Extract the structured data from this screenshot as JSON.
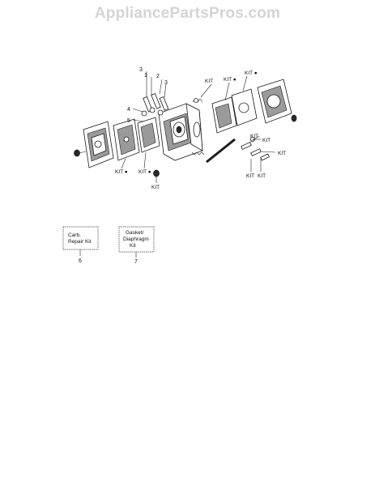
{
  "watermark": "AppliancePartsPros.com",
  "callouts": {
    "n3a": "3",
    "n1": "1",
    "n2": "2",
    "n3b": "3",
    "n4": "4",
    "n5": "5",
    "kit_top1": "KIT",
    "kit_top2": "KIT ●",
    "kit_top3": "KIT ●",
    "kit_right1": "KIT",
    "kit_right2": "KIT",
    "kit_right3": "KIT",
    "kit_bot1": "KIT",
    "kit_bot2": "KIT",
    "kit_left1": "KIT ●",
    "kit_left2": "KIT ●",
    "kit_left3": "KIT"
  },
  "kits": [
    {
      "line1": "Carb.",
      "line2": "Repair Kit",
      "line3": "",
      "number": "6"
    },
    {
      "line1": "Gasket/",
      "line2": "Diaphragm",
      "line3": "Kit",
      "number": "7"
    }
  ]
}
